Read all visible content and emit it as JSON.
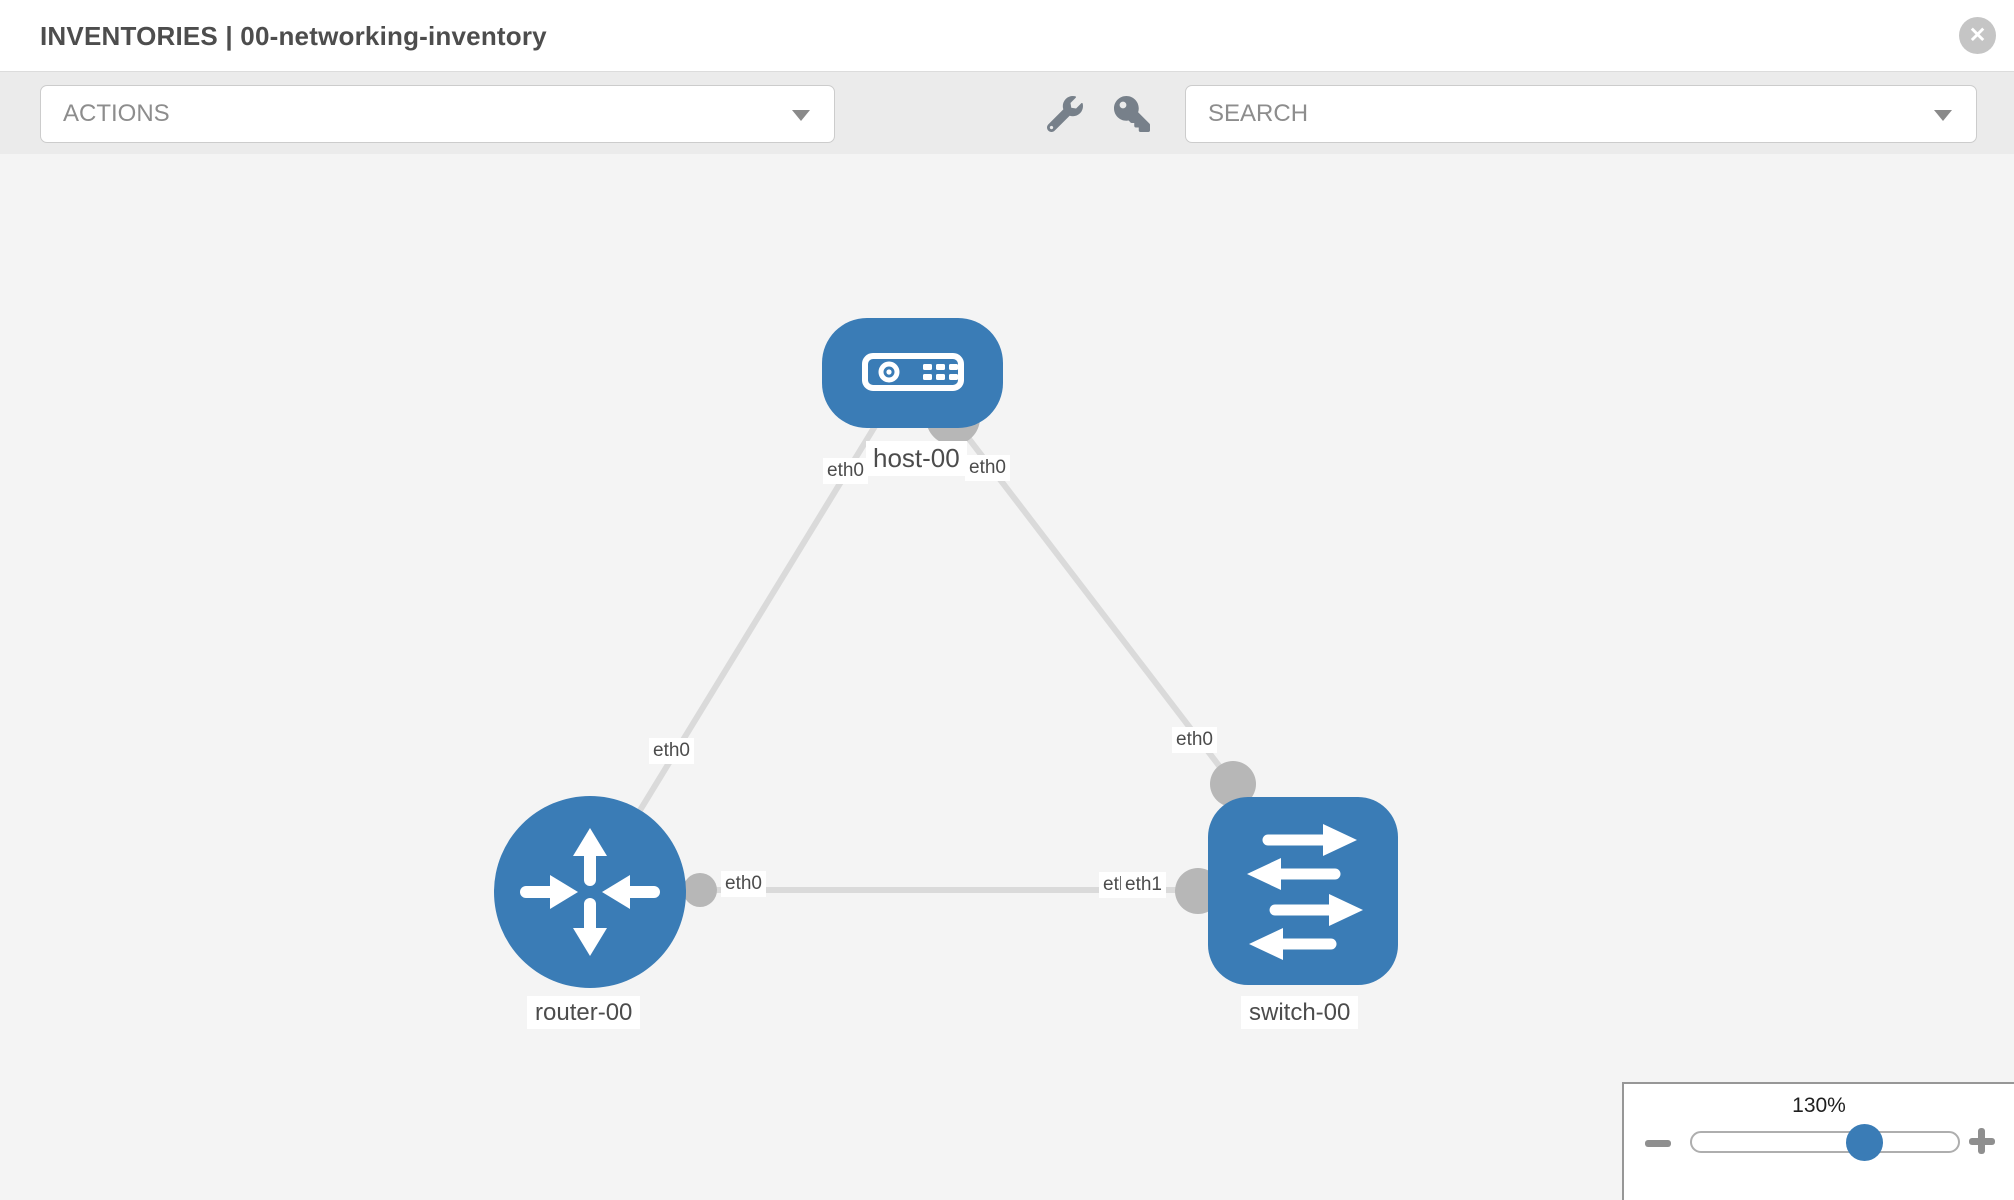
{
  "window": {
    "title": "INVENTORIES | 00-networking-inventory"
  },
  "glyphs": {
    "close": "✕"
  },
  "toolbar": {
    "actions_dropdown": {
      "label": "ACTIONS",
      "expanded": false
    },
    "search_dropdown": {
      "label": "SEARCH",
      "expanded": false
    },
    "tool_icons": [
      "wrench-icon",
      "key-icon"
    ]
  },
  "topology": {
    "nodes": [
      {
        "label": "host-00",
        "type": "host",
        "shape": "rounded-rect",
        "icon": "host-icon"
      },
      {
        "label": "router-00",
        "type": "router",
        "shape": "circle",
        "icon": "router-icon"
      },
      {
        "label": "switch-00",
        "type": "switch",
        "shape": "rounded-square",
        "icon": "switch-icon"
      }
    ],
    "links": [
      {
        "source": "host-00",
        "source_interface": "eth0",
        "target": "router-00",
        "target_interface": "eth0"
      },
      {
        "source": "host-00",
        "source_interface": "eth0",
        "target": "switch-00",
        "target_interface": "eth0"
      },
      {
        "source": "router-00",
        "source_interface": "eth0",
        "target": "switch-00",
        "target_interface": "eth1",
        "target_interface_overlapped": "eth0"
      }
    ]
  },
  "zoom_control": {
    "level": "130%"
  },
  "colors": {
    "node_fill": "#3a7cb6",
    "connector_fill": "#b7b7b7",
    "link_stroke": "#dadada",
    "canvas_bg": "#f4f4f4",
    "toolbar_bg": "#ebebeb",
    "accent_blue": "#3a7cb6"
  }
}
